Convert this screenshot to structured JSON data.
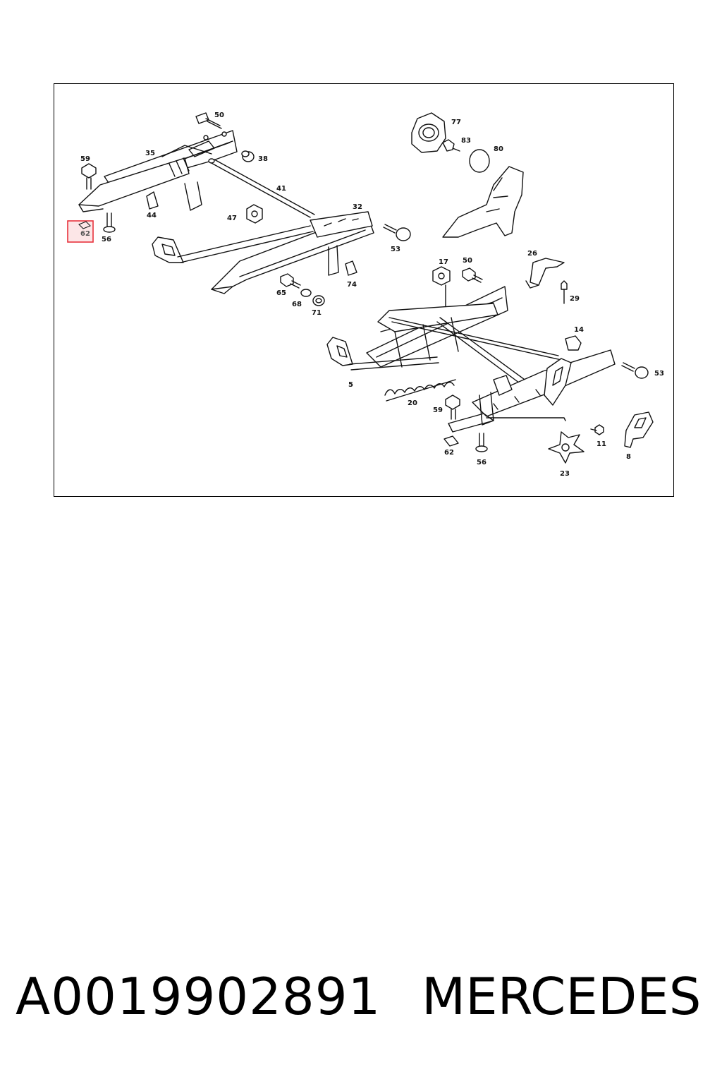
{
  "diagram": {
    "highlight_color": "#e8323c",
    "highlighted_label": "62",
    "labels": {
      "l50a": "50",
      "l35": "35",
      "l38": "38",
      "l59a": "59",
      "l41": "41",
      "l44": "44",
      "l47": "47",
      "l32": "32",
      "l62a": "62",
      "l56a": "56",
      "l53a": "53",
      "l74": "74",
      "l65": "65",
      "l68": "68",
      "l71": "71",
      "l77": "77",
      "l83": "83",
      "l80": "80",
      "l26": "26",
      "l17": "17",
      "l50b": "50",
      "l29": "29",
      "l14": "14",
      "l53b": "53",
      "l5": "5",
      "l20": "20",
      "l59b": "59",
      "l11": "11",
      "l8": "8",
      "l62b": "62",
      "l56b": "56",
      "l23": "23"
    }
  },
  "caption": {
    "part_number": "A0019902891",
    "brand": "MERCEDES"
  }
}
